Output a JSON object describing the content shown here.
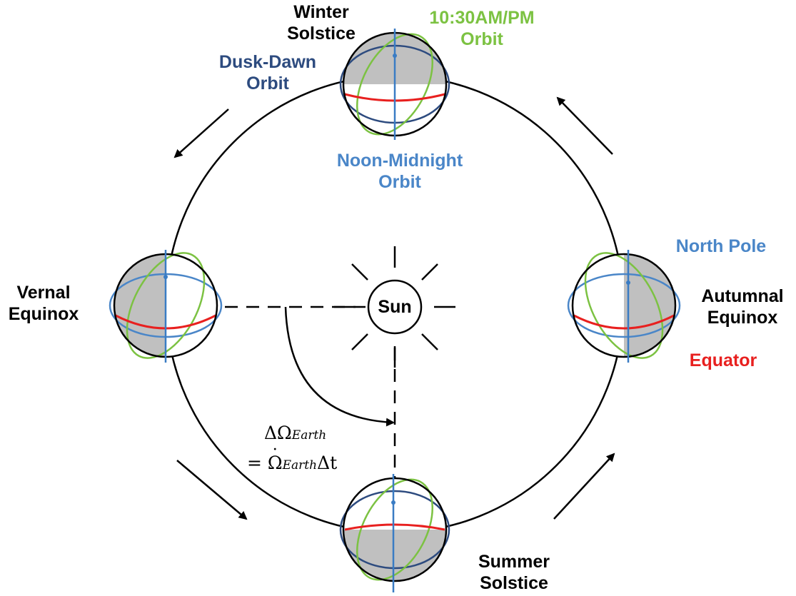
{
  "colors": {
    "outline": "#000000",
    "shade": "#c0c0c0",
    "equator": "#e8201f",
    "pole_axis": "#3a7cc4",
    "noon_midnight": "#4a86c8",
    "dusk_dawn": "#2d4b7f",
    "ten_thirty": "#7cc242"
  },
  "labels": {
    "winter_solstice": [
      "Winter",
      "Solstice"
    ],
    "ten_thirty_orbit": [
      "10:30AM/PM",
      "Orbit"
    ],
    "dusk_dawn_orbit": [
      "Dusk-Dawn",
      "Orbit"
    ],
    "noon_midnight_orbit": [
      "Noon-Midnight",
      "Orbit"
    ],
    "north_pole": "North Pole",
    "vernal_equinox": [
      "Vernal",
      "Equinox"
    ],
    "autumnal_equinox": [
      "Autumnal",
      "Equinox"
    ],
    "equator": "Equator",
    "sun": "Sun",
    "summer_solstice": [
      "Summer",
      "Solstice"
    ]
  },
  "formula": {
    "line1_symbol": "ΔΩ",
    "line1_sub": "Earth",
    "line2_prefix": "= ",
    "line2_symbol": "Ω",
    "line2_sub": "Earth",
    "line2_suffix": "Δt"
  },
  "icons": [
    "sun-icon",
    "earth-globe-icon",
    "orbit-arrow-icon"
  ]
}
